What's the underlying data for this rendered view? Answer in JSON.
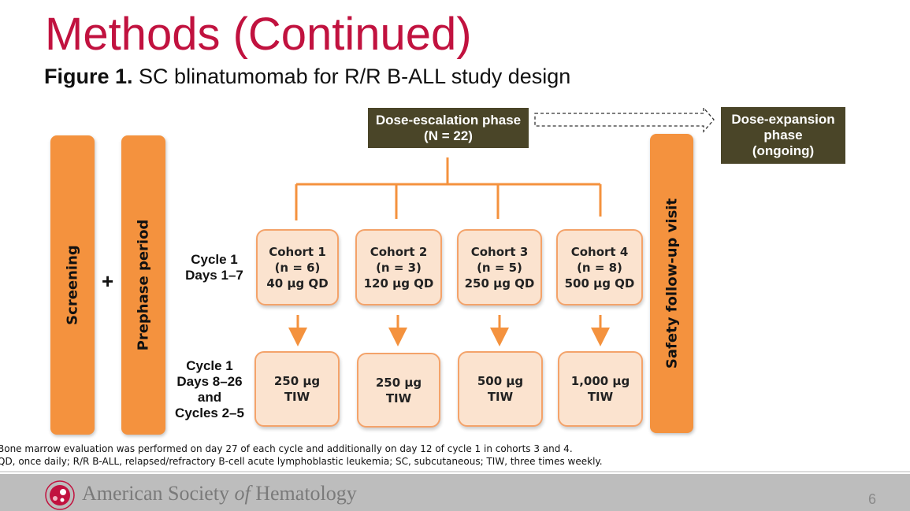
{
  "title": "Methods (Continued)",
  "figure": {
    "label": "Figure 1.",
    "caption": "SC blinatumomab for R/R B-ALL study design"
  },
  "bars": {
    "screening": "Screening",
    "plus": "+",
    "prephase": "Prephase period",
    "safety": "Safety follow-up visit"
  },
  "phases": {
    "escalation": {
      "line1": "Dose-escalation phase",
      "line2": "(N = 22)"
    },
    "expansion": {
      "line1": "Dose-expansion",
      "line2": "phase",
      "line3": "(ongoing)"
    }
  },
  "row_labels": {
    "cycle1_days1_7": {
      "line1": "Cycle 1",
      "line2": "Days 1–7"
    },
    "cycle1_days8_26": {
      "line1": "Cycle 1",
      "line2": "Days 8–26",
      "line3": "and",
      "line4": "Cycles 2–5"
    }
  },
  "cohorts": [
    {
      "name": "Cohort 1",
      "n": "(n = 6)",
      "dose": "40 µg QD",
      "later_dose": "250 µg",
      "later_freq": "TIW"
    },
    {
      "name": "Cohort 2",
      "n": "(n = 3)",
      "dose": "120 µg QD",
      "later_dose": "250 µg",
      "later_freq": "TIW"
    },
    {
      "name": "Cohort 3",
      "n": "(n = 5)",
      "dose": "250 µg QD",
      "later_dose": "500 µg",
      "later_freq": "TIW"
    },
    {
      "name": "Cohort 4",
      "n": "(n = 8)",
      "dose": "500 µg QD",
      "later_dose": "1,000 µg",
      "later_freq": "TIW"
    }
  ],
  "footnotes": [
    "Bone marrow evaluation was performed on day 27 of each cycle and additionally on day 12 of cycle 1 in cohorts 3 and 4.",
    "QD, once daily; R/R B-ALL, relapsed/refractory B-cell acute lymphoblastic leukemia; SC, subcutaneous; TIW, three times weekly."
  ],
  "footer": {
    "org_part1": "American Society ",
    "org_of": "of",
    "org_part2": " Hematology",
    "page": "6"
  },
  "colors": {
    "title": "#c1123f",
    "orange": "#f4923e",
    "phase_box": "#4a4528",
    "cohort_box": "#fbe3cf"
  }
}
